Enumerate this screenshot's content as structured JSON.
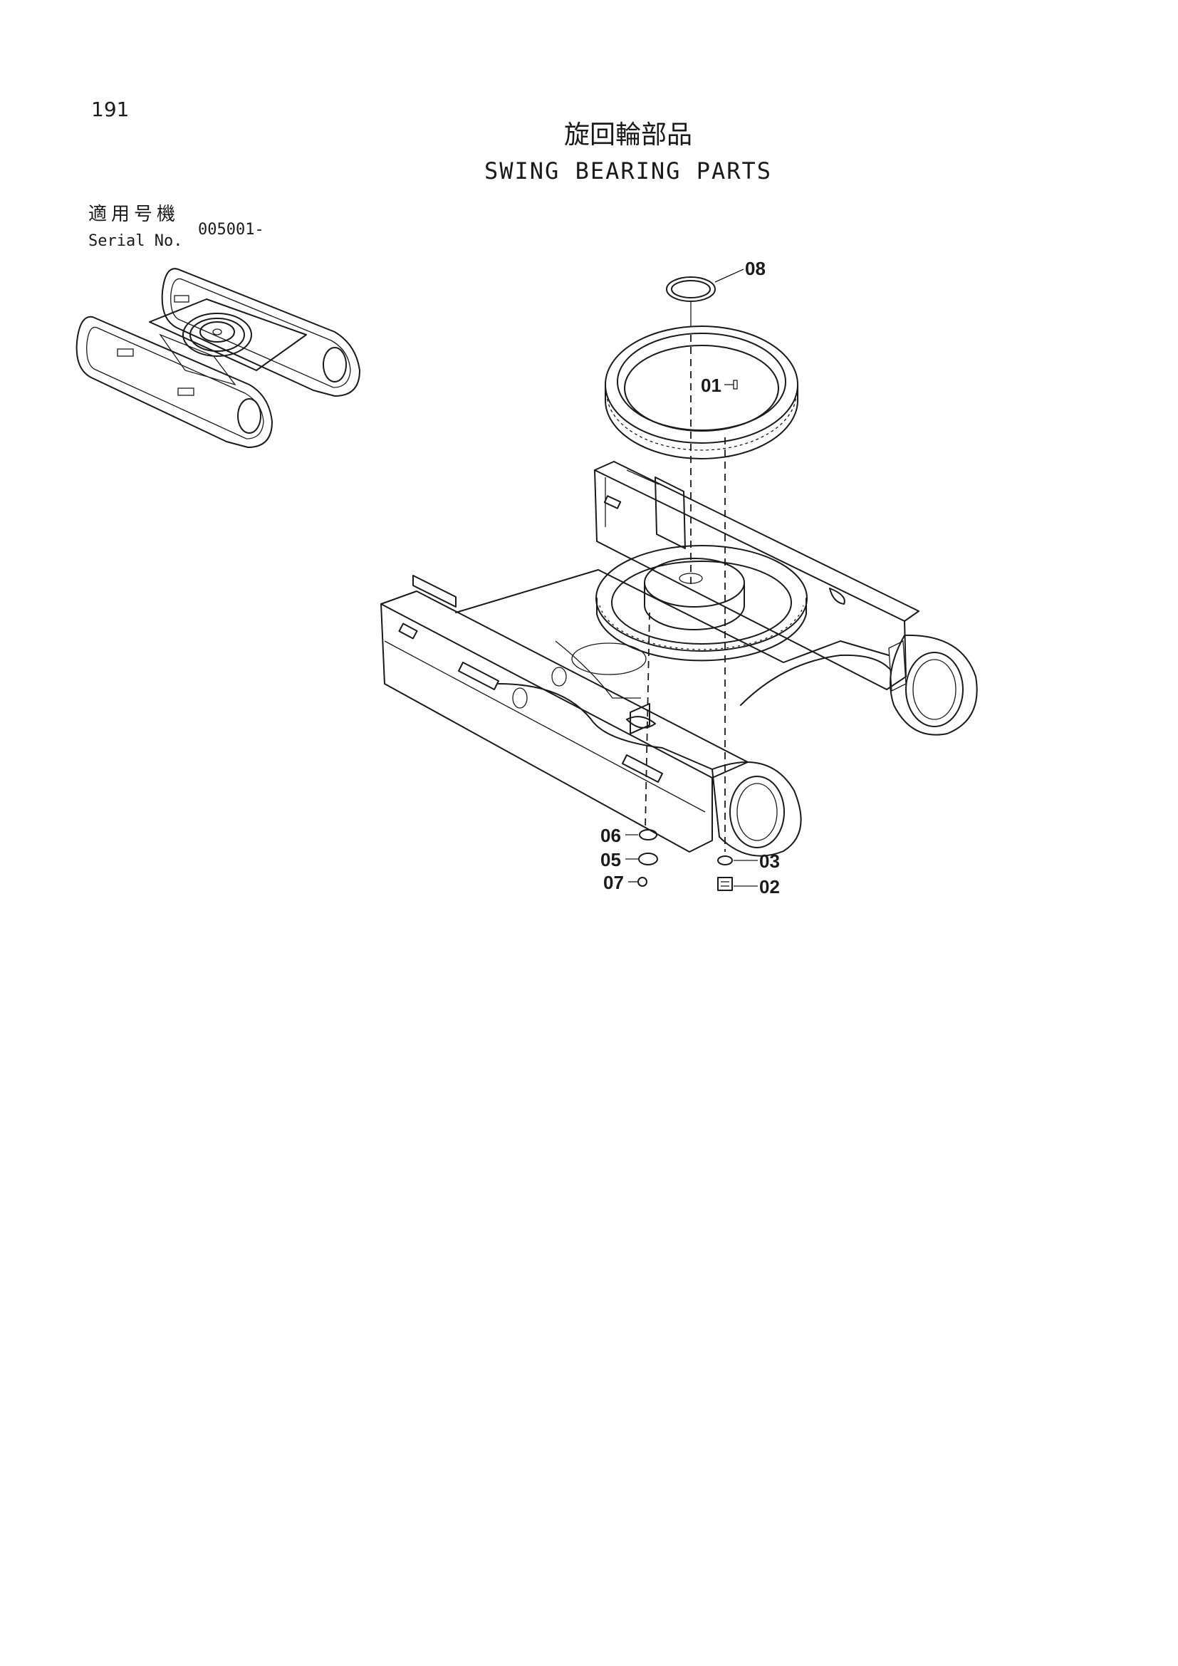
{
  "page_number": "191",
  "title_jp": "旋回輪部品",
  "title_en": "SWING BEARING PARTS",
  "serial": {
    "label_jp": "適用号機",
    "label_en": "Serial No.",
    "value": "005001-"
  },
  "callouts": [
    {
      "id": "08",
      "label": "08"
    },
    {
      "id": "01",
      "label": "01"
    },
    {
      "id": "06",
      "label": "06"
    },
    {
      "id": "05",
      "label": "05"
    },
    {
      "id": "07",
      "label": "07"
    },
    {
      "id": "03",
      "label": "03"
    },
    {
      "id": "02",
      "label": "02"
    }
  ]
}
